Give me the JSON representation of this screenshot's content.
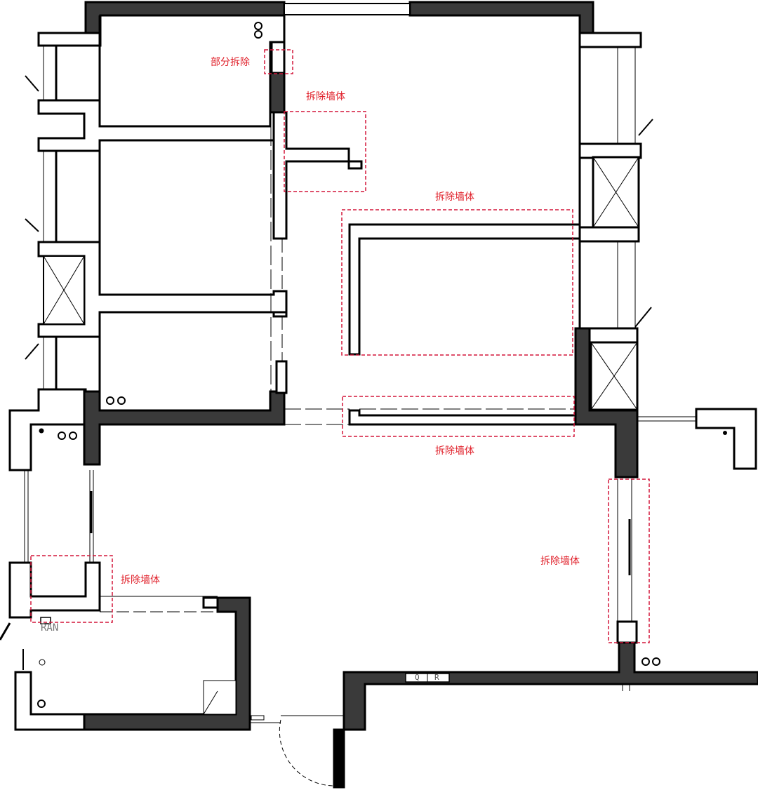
{
  "annotations": {
    "partial_removal": "部分拆除",
    "wall_removal_1": "拆除墙体",
    "wall_removal_2": "拆除墙体",
    "wall_removal_3": "拆除墙体",
    "wall_removal_4": "拆除墙体",
    "wall_removal_5": "拆除墙体"
  },
  "markers": {
    "gas_meter": "RAN",
    "meter_box_left": "Q",
    "meter_box_right": "R"
  },
  "colors": {
    "wall_solid": "#3a3a3a",
    "wall_outline": "#000000",
    "demolition": "#d4163a",
    "background": "#ffffff"
  }
}
